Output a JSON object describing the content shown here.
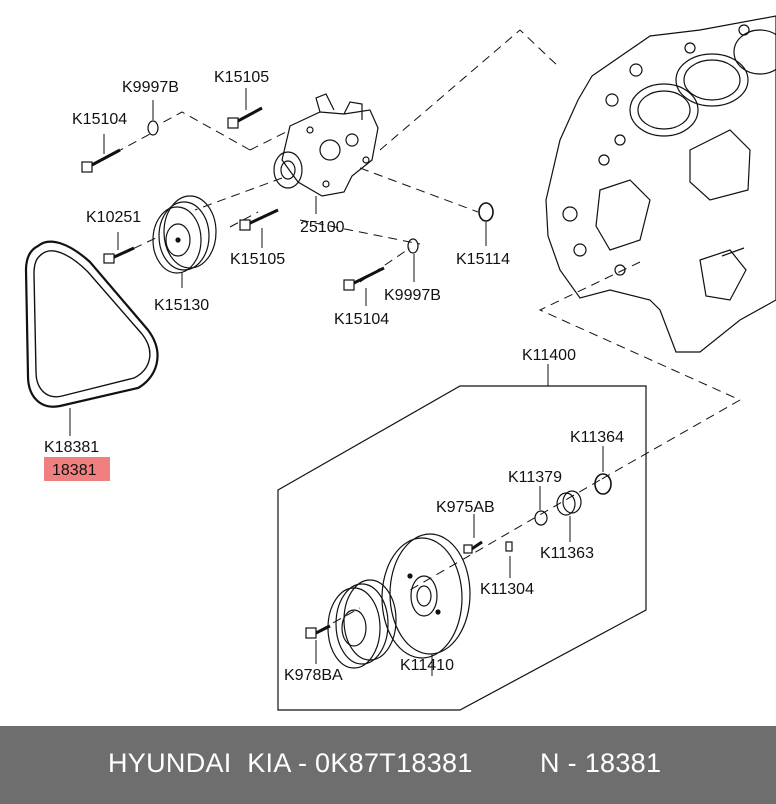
{
  "labels": {
    "k9997b_top": "K9997B",
    "k15105_top": "K15105",
    "k15104_top": "K15104",
    "k10251": "K10251",
    "n25100": "25100",
    "k15105_mid": "K15105",
    "k15114": "K15114",
    "k15130": "K15130",
    "k9997b_bottom": "K9997B",
    "k15104_bottom": "K15104",
    "k11400": "K11400",
    "k18381": "K18381",
    "n18381": "18381",
    "k11364": "K11364",
    "k11379": "K11379",
    "k975ab": "K975AB",
    "k11363": "K11363",
    "k11304": "K11304",
    "k978ba": "K978BA",
    "k11410": "K11410"
  },
  "highlight_color": "#f08080",
  "footer": {
    "brand": "HYUNDAI  KIA - 0K87T18381",
    "code": "N - 18381"
  }
}
